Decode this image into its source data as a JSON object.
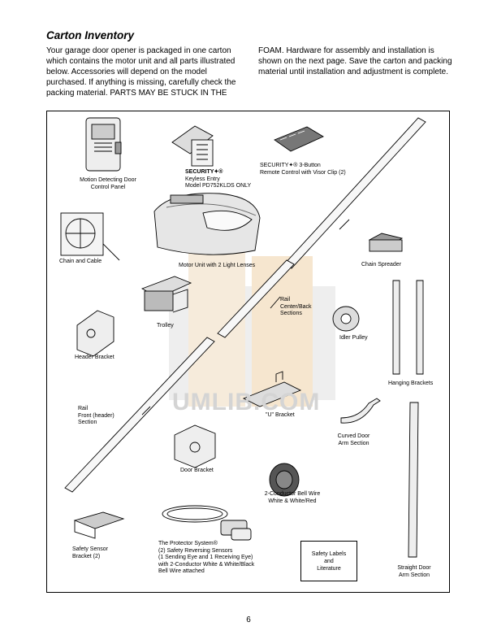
{
  "heading": "Carton Inventory",
  "intro": {
    "col1": "Your garage door opener is packaged in one carton which contains the motor unit and all parts illustrated below. Accessories will depend on the model purchased. If anything is missing, carefully check the packing material. PARTS MAY BE STUCK IN THE",
    "col2": "FOAM. Hardware for assembly and installation is shown on the next page. Save the carton and packing material until installation and adjustment is complete."
  },
  "parts": {
    "control_panel": [
      "Motion Detecting Door",
      "Control Panel"
    ],
    "keyless": [
      "SECURITY✦®",
      "Keyless Entry",
      "Model PD752KLDS ONLY"
    ],
    "remote": [
      "SECURITY✦® 3-Button",
      "Remote Control with Visor Clip (2)"
    ],
    "chain_cable": "Chain and Cable",
    "motor_unit": "Motor Unit with 2 Light Lenses",
    "chain_spreader": "Chain Spreader",
    "rail_center": [
      "Rail",
      "Center/Back",
      "Sections"
    ],
    "trolley": "Trolley",
    "idler_pulley": "Idler Pulley",
    "header_bracket": "Header Bracket",
    "hanging_brackets": "Hanging Brackets",
    "rail_front": [
      "Rail",
      "Front (header)",
      "Section"
    ],
    "u_bracket": "\"U\" Bracket",
    "curved_arm": [
      "Curved Door",
      "Arm Section"
    ],
    "door_bracket": "Door Bracket",
    "bell_wire": [
      "2-Conductor Bell Wire",
      "White & White/Red"
    ],
    "safety_bracket": [
      "Safety Sensor",
      "Bracket (2)"
    ],
    "protector": [
      "The Protector System®",
      "(2) Safety Reversing Sensors",
      "(1 Sending Eye and 1 Receiving Eye)",
      "with 2-Conductor White & White/Black",
      "Bell Wire attached"
    ],
    "labels_box": [
      "Safety Labels",
      "and",
      "Literature"
    ],
    "straight_arm": [
      "Straight Door",
      "Arm Section"
    ]
  },
  "watermark": "UMLIB.COM",
  "page_number": "6"
}
